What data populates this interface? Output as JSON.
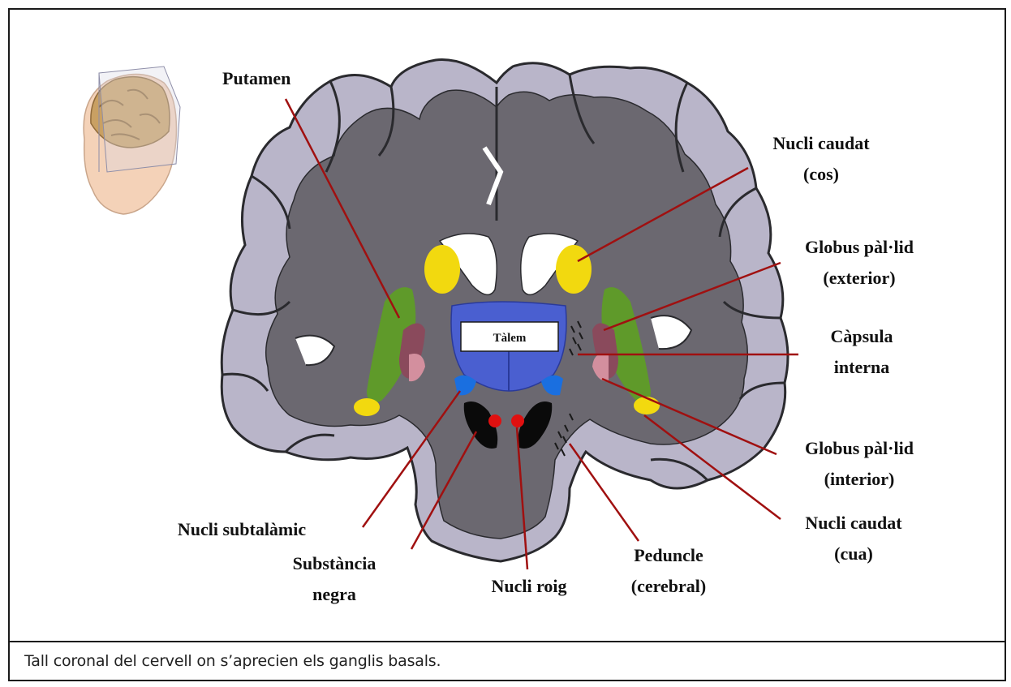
{
  "labels": {
    "putamen": "Putamen",
    "caudate_body_1": "Nucli caudat",
    "caudate_body_2": "(cos)",
    "gp_ext_1": "Globus pàl·lid",
    "gp_ext_2": "(exterior)",
    "capsule_1": "Càpsula",
    "capsule_2": "interna",
    "gp_int_1": "Globus pàl·lid",
    "gp_int_2": "(interior)",
    "caudate_tail_1": "Nucli caudat",
    "caudate_tail_2": "(cua)",
    "peduncle_1": "Peduncle",
    "peduncle_2": "(cerebral)",
    "red_nucleus": "Nucli roig",
    "substantia_1": "Substància",
    "substantia_2": "negra",
    "subthalamic": "Nucli subtalàmic",
    "thalamus": "Tàlem"
  },
  "caption": "Tall coronal del cervell on s’aprecien els ganglis basals.",
  "colors": {
    "gray_matter": "#b9b5c9",
    "white_matter": "#6b6870",
    "outline": "#2a2a2e",
    "putamen": "#5f9a2a",
    "caudate": "#f2d90f",
    "globus_pallidus_ext": "#8a4a5c",
    "globus_pallidus_int": "#d38f9e",
    "thalamus": "#4a5fd0",
    "subthalamic": "#1a6fe0",
    "substantia_nigra": "#0a0a0a",
    "red_nucleus": "#e01010",
    "ventricle": "#ffffff",
    "leader_line": "#a01010"
  }
}
